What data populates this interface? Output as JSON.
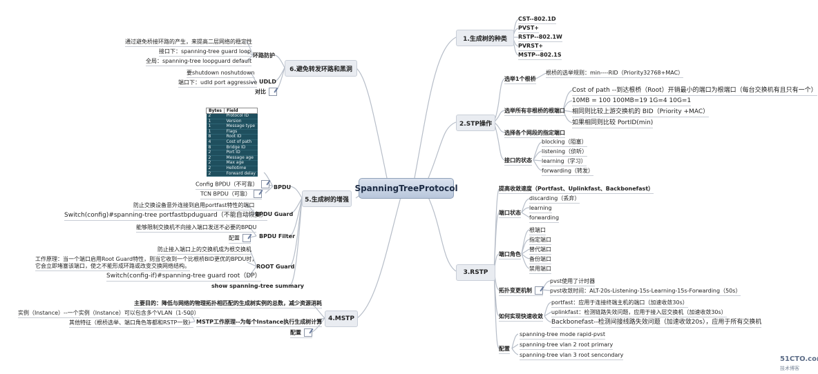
{
  "root": "SpanningTreeProtocol",
  "branches": {
    "b1": {
      "label": "1.生成树的种类",
      "items": [
        "CST--802.1D",
        "PVST+",
        "RSTP--802.1W",
        "PVRST+",
        "MSTP--802.1S"
      ]
    },
    "b2": {
      "label": "2.STP操作",
      "root_bridge": "选举1个根桥",
      "root_bridge_rule": "根桥的选举规则：min----RID（Priority32768+MAC）",
      "root_port": "选举所有非根桥的根端口",
      "root_port_items": [
        "Cost of path --到达根桥（Root）开销最小的端口为根端口（每台交换机有且只有一个）",
        "10MB = 100 100MB=19 1G=4 10G=1",
        "相同则比较上游交换机的 BID（Priority +MAC）",
        "如果相同则比较 PortID(min)"
      ],
      "designated": "选择各个网段的指定端口",
      "port_state": "接口的状态",
      "port_states": [
        "blocking（阻塞）",
        "listening（侦听）",
        "learning（学习）",
        "forwarding（转发）"
      ]
    },
    "b3": {
      "label": "3.RSTP",
      "speed": "提高收敛速度（Portfast、Uplinkfast、Backbonefast）",
      "port_state": "端口状态",
      "port_states": [
        "discarding（丢弃）",
        "learning",
        "forwarding"
      ],
      "port_role": "端口角色",
      "port_roles": [
        "根端口",
        "指定端口",
        "替代端口",
        "备份端口",
        "禁用端口"
      ],
      "topo": "拓扑变更机制",
      "topo_items": [
        "pvst使用了计时器",
        "pvst收敛时间：ALT-20s-Listening-15s-Learning-15s-Forwarding（50s）"
      ],
      "fast": "如何实现快速收敛",
      "fast_items": [
        "portfast：应用于连接终端主机的端口（加速收敛30s）",
        "uplinkfast：检测链路失效问题，应用于接入层交换机（加速收敛30s）",
        "Backbonefast--检测间接线路失效问题（加速收敛20s），应用于所有交换机"
      ],
      "config": "配置",
      "config_items": [
        "spanning-tree mode rapid-pvst",
        "spanning-tree vlan 2 root primary",
        "spanning-tree vlan 3 root sencondary"
      ]
    },
    "b4": {
      "label": "4.MSTP",
      "purpose": "主要目的：降低与网络的物理拓扑相匹配的生成树实例的总数，减少资源消耗",
      "principle": "MSTP工作原理--为每个Instance执行生成树计算",
      "principle_items": [
        "实例（Instance）--一个实例（Instance）可以包含多个VLAN（1-500）",
        "其他特征（根桥选举、端口角色等都和RSTP一致）"
      ],
      "config": "配置"
    },
    "b5": {
      "label": "5.生成树的增强",
      "bpdu": "BPDU",
      "table_head": [
        "Bytes",
        "Field"
      ],
      "table_rows": [
        [
          "2",
          "Protocol ID"
        ],
        [
          "1",
          "Version"
        ],
        [
          "1",
          "Message type"
        ],
        [
          "1",
          "Flags"
        ],
        [
          "8",
          "Root ID"
        ],
        [
          "4",
          "Cost of path"
        ],
        [
          "8",
          "Bridge ID"
        ],
        [
          "2",
          "Port ID"
        ],
        [
          "2",
          "Message age"
        ],
        [
          "2",
          "Max age"
        ],
        [
          "2",
          "Hellotime"
        ],
        [
          "2",
          "Forward delay"
        ]
      ],
      "config_bpdu": "Config BPDU（不可靠）",
      "tcn_bpdu": "TCN BPDU（可靠）",
      "guard": "BPDU Guard",
      "guard_desc": "防止交换设备意外连接到启用portfast特性的端口",
      "guard_cmd": "Switch(config)#spanning-tree portfastbpduguard（不能自动恢复）",
      "filter": "BPDU Filter",
      "filter_desc": "能够限制交换机不向接入端口发送不必要的BPDU",
      "filter_config": "配置",
      "rootguard": "ROOT Guard",
      "rootguard_desc": "防止接入端口上的交换机成为根交换机",
      "rootguard_principle_1": "工作原理：当一个端口启用Root Guard特性，则当它收到一个比根桥BID更优的BPDU时，",
      "rootguard_principle_2": "它会立即堵塞该端口，使之不能形成环路或改变交换网络结构。",
      "rootguard_cmd": "Switch(config-if)#spanning-tree guard root（DP）",
      "show": "show spanning-tree summary"
    },
    "b6": {
      "label": "6.避免转发环路和黑洞",
      "loop": "环路防护",
      "loop_items": [
        "通过避免桥接环路的产生，来提高二层网络的稳定性",
        "接口下：spanning-tree guard loop",
        "全局：spanning-tree loopguard default"
      ],
      "udld": "UDLD",
      "udld_items": [
        "要shutdown noshutdown",
        "端口下：udld port aggressive"
      ],
      "compare": "对比"
    }
  },
  "watermark": {
    "site": "51CTO.com",
    "sub": "技术博客"
  }
}
